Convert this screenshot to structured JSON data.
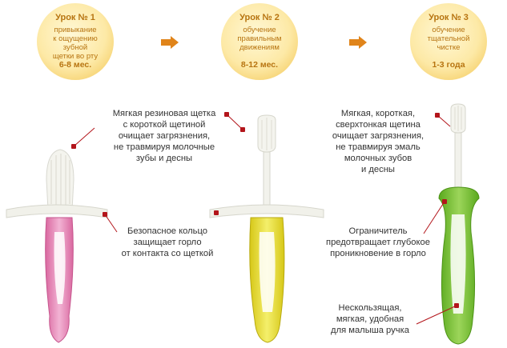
{
  "lessons": [
    {
      "title": "Урок № 1",
      "desc_lines": [
        "привыкание",
        "к ощущению зубной",
        "щетки во рту"
      ],
      "age": "6-8 мес."
    },
    {
      "title": "Урок № 2",
      "desc_lines": [
        "обучение",
        "правильным",
        "движениям"
      ],
      "age": "8-12 мес."
    },
    {
      "title": "Урок № 3",
      "desc_lines": [
        "обучение",
        "тщательной",
        "чистке"
      ],
      "age": "1-3 года"
    }
  ],
  "callouts": {
    "brush": [
      "Мягкая резиновая щетка",
      "с короткой щетиной",
      "очищает загрязнения,",
      "не травмируя молочные",
      "зубы и десны"
    ],
    "ring": [
      "Безопасное кольцо",
      "защищает горло",
      "от контакта со щеткой"
    ],
    "bristles": [
      "Мягкая, короткая,",
      "сверхтонкая щетина",
      "очищает загрязнения,",
      "не травмируя эмаль",
      "молочных зубов",
      "и десны"
    ],
    "limiter": [
      "Ограничитель",
      "предотвращает глубокое",
      "проникновение в горло"
    ],
    "handle": [
      "Нескользящая,",
      "мягкая, удобная",
      "для малыша ручка"
    ]
  },
  "colors": {
    "badge_text": "#b77410",
    "arrow": "#e0841a",
    "pointer": "#b3151b",
    "brush1_handle": "#e98fbf",
    "brush2_handle": "#e7e02a",
    "brush3_handle": "#7cc43a"
  }
}
